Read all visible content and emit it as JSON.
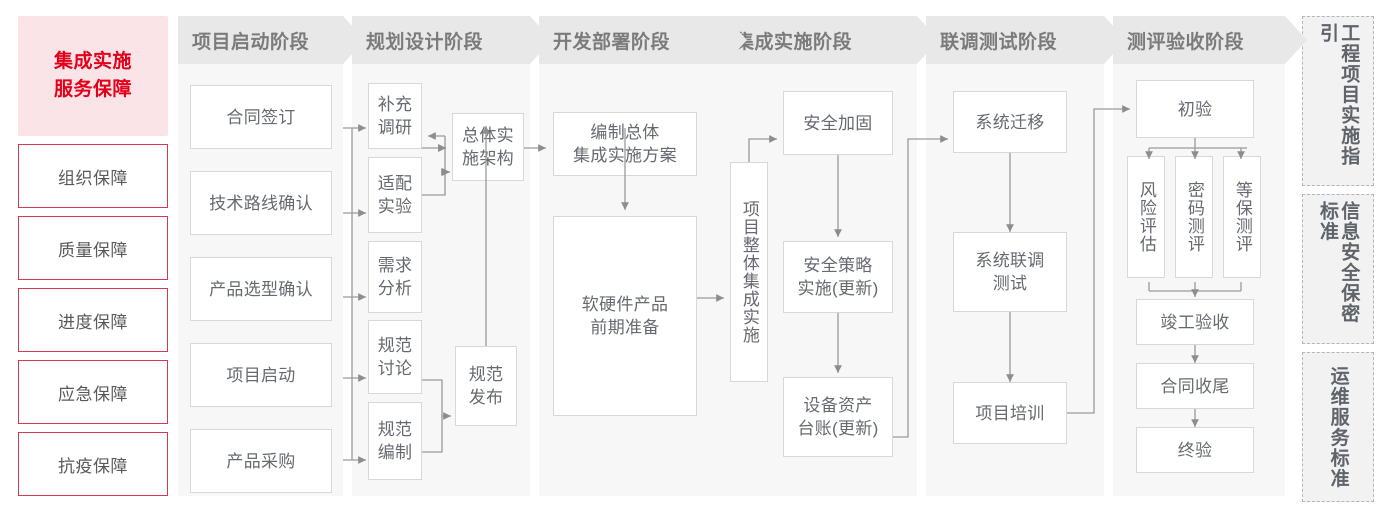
{
  "left_panel": {
    "title_line1": "集成实施",
    "title_line2": "服务保障",
    "title_color": "#e2001a",
    "title_bg": "#fbe4e8",
    "items": [
      {
        "label": "组织保障"
      },
      {
        "label": "质量保障"
      },
      {
        "label": "进度保障"
      },
      {
        "label": "应急保障"
      },
      {
        "label": "抗疫保障"
      }
    ]
  },
  "phases": [
    {
      "name": "phase-project-start",
      "header": "项目启动阶段",
      "nodes": [
        {
          "name": "node-contract-signing",
          "label": "合同签订"
        },
        {
          "name": "node-tech-route-confirm",
          "label": "技术路线确认"
        },
        {
          "name": "node-product-selection-confirm",
          "label": "产品选型确认"
        },
        {
          "name": "node-project-kickoff",
          "label": "项目启动"
        },
        {
          "name": "node-product-procurement",
          "label": "产品采购"
        }
      ]
    },
    {
      "name": "phase-planning-design",
      "header": "规划设计阶段",
      "nodes": [
        {
          "name": "node-supplementary-research",
          "label": "补充\n调研"
        },
        {
          "name": "node-adaptation-experiment",
          "label": "适配\n实验"
        },
        {
          "name": "node-requirements-analysis",
          "label": "需求\n分析"
        },
        {
          "name": "node-spec-discussion",
          "label": "规范\n讨论"
        },
        {
          "name": "node-spec-drafting",
          "label": "规范\n编制"
        },
        {
          "name": "node-overall-implementation-architecture",
          "label": "总体实\n施架构"
        },
        {
          "name": "node-spec-release",
          "label": "规范\n发布"
        }
      ]
    },
    {
      "name": "phase-dev-deploy",
      "header": "开发部署阶段",
      "nodes": [
        {
          "name": "node-compile-overall-integration-plan",
          "label": "编制总体\n集成实施方案"
        },
        {
          "name": "node-hw-sw-product-preparation",
          "label": "软硬件产品\n前期准备"
        }
      ]
    },
    {
      "name": "phase-integration-implementation",
      "header": "集成实施阶段",
      "nodes": [
        {
          "name": "node-project-overall-integration",
          "label": "项目整体集成实施"
        },
        {
          "name": "node-security-hardening",
          "label": "安全加固"
        },
        {
          "name": "node-security-policy-implementation",
          "label": "安全策略\n实施(更新)"
        },
        {
          "name": "node-equipment-asset-ledger",
          "label": "设备资产\n台账(更新)"
        }
      ]
    },
    {
      "name": "phase-joint-testing",
      "header": "联调测试阶段",
      "nodes": [
        {
          "name": "node-system-migration",
          "label": "系统迁移"
        },
        {
          "name": "node-system-joint-test",
          "label": "系统联调\n测试"
        },
        {
          "name": "node-project-training",
          "label": "项目培训"
        }
      ]
    },
    {
      "name": "phase-evaluation-acceptance",
      "header": "测评验收阶段",
      "nodes": [
        {
          "name": "node-initial-acceptance",
          "label": "初验"
        },
        {
          "name": "node-risk-assessment",
          "label": "风险评估"
        },
        {
          "name": "node-crypto-evaluation",
          "label": "密码测评"
        },
        {
          "name": "node-classified-protection-evaluation",
          "label": "等保测评"
        },
        {
          "name": "node-completion-acceptance",
          "label": "竣工验收"
        },
        {
          "name": "node-contract-closure",
          "label": "合同收尾"
        },
        {
          "name": "node-final-acceptance",
          "label": "终验"
        }
      ]
    }
  ],
  "standards_rail": [
    {
      "name": "rail-engineering-guideline",
      "label": "工程项目实施指引"
    },
    {
      "name": "rail-infosec-standard",
      "label": "信息安全保密标准"
    },
    {
      "name": "rail-ops-service-standard",
      "label": "运维服务标准"
    }
  ],
  "palette": {
    "accent_red": "#e2001a",
    "accent_red_soft": "#fbe4e8",
    "border_red": "#d4394f",
    "header_gray": "#e8e8e8",
    "column_bg": "#f7f7f7",
    "node_border": "#d8d8d8",
    "text_gray": "#666a70",
    "wire_gray": "#9a9a9a"
  }
}
